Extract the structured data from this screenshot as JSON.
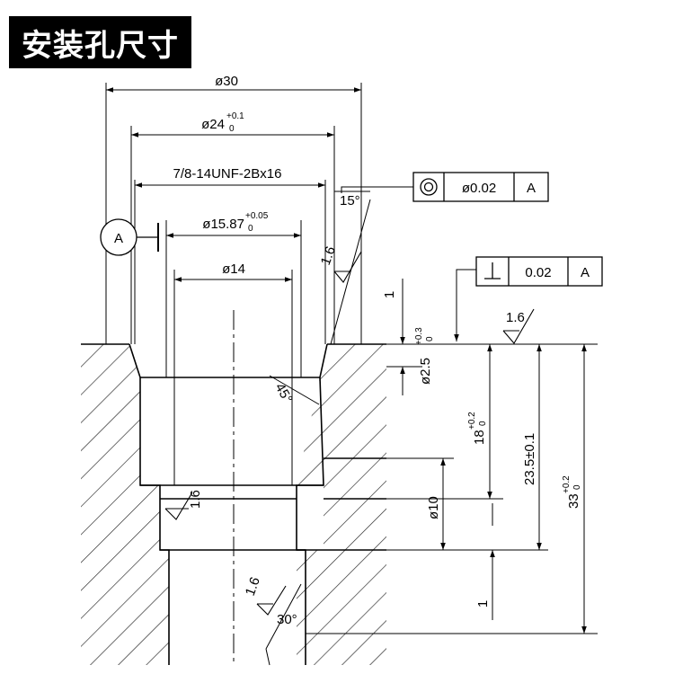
{
  "title": "安装孔尺寸",
  "dims": {
    "d30": "ø30",
    "d24": "ø24",
    "d24_tol_up": "+0.1",
    "d24_tol_low": "0",
    "thread": "7/8-14UNF-2Bx16",
    "d15": "ø15.87",
    "d15_tol_up": "+0.05",
    "d15_tol_low": "0",
    "d14": "ø14",
    "d10": "ø10",
    "d25": "ø2.5",
    "d25_tol_up": "+0.3",
    "d25_tol_low": "0",
    "h18": "18",
    "h18_tol_up": "+0.2",
    "h18_tol_low": "0",
    "h235": "23.5±0.1",
    "h33": "33",
    "h33_tol_up": "+0.2",
    "h33_tol_low": "0",
    "one_top": "1",
    "one_bottom": "1",
    "ang15": "15°",
    "ang45": "45°",
    "ang30": "30°"
  },
  "datum": {
    "label": "A"
  },
  "gdt": [
    {
      "symbol": "concentricity",
      "value": "ø0.02",
      "datum": "A"
    },
    {
      "symbol": "perpendicularity",
      "value": "0.02",
      "datum": "A"
    }
  ],
  "roughness": {
    "value": "1.6"
  }
}
